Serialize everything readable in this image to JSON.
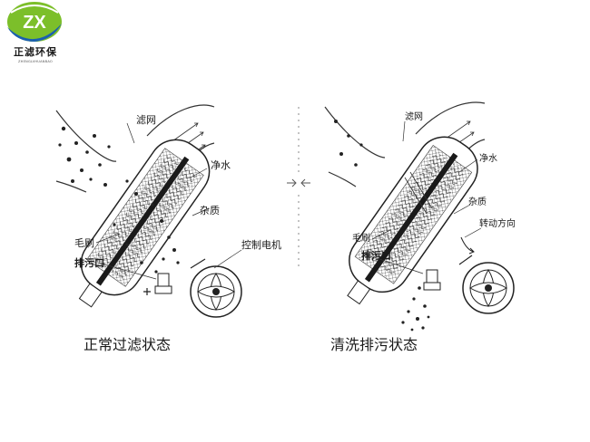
{
  "logo": {
    "mark": "ZX",
    "name": "正滤环保",
    "subtitle": "ZHENGLVHUANBAO",
    "colors": {
      "green": "#7cbf2a",
      "blue": "#1a5fb0"
    }
  },
  "panels": [
    {
      "caption": "正常过滤状态",
      "labels": {
        "filter_screen": "滤网",
        "clean_water": "净水",
        "impurities": "杂质",
        "motor": "控制电机",
        "brush": "毛刷",
        "drain": "排污口"
      }
    },
    {
      "caption": "清洗排污状态",
      "labels": {
        "filter_screen": "滤网",
        "clean_water": "净水",
        "impurities": "杂质",
        "rotation": "转动方向",
        "brush": "毛刷",
        "drain": "排污口"
      }
    }
  ]
}
